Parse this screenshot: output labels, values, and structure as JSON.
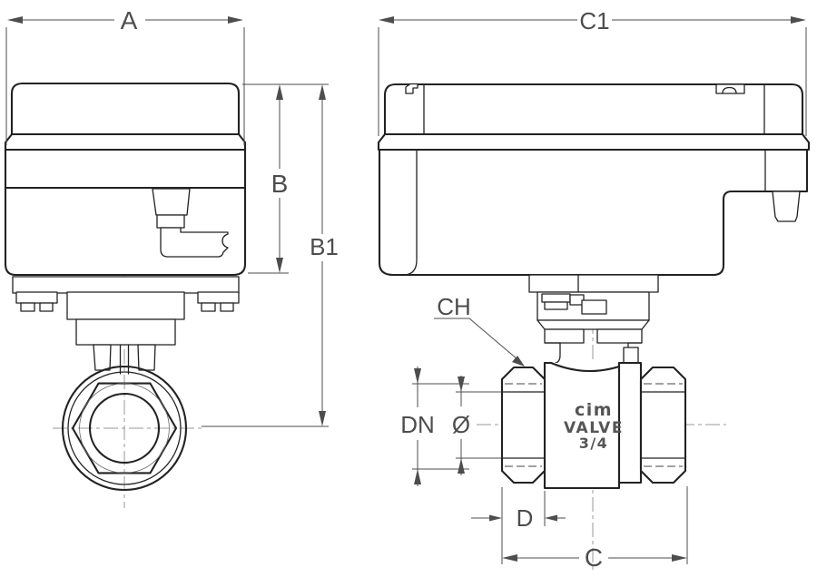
{
  "title": "Motorized ball valve — two-view technical drawing",
  "colors": {
    "background": "#ffffff",
    "line_strong": "#222222",
    "dim_color": "#4d4d4d",
    "centerline_color": "#999999",
    "valve_text_color": "#555555"
  },
  "dimensions": {
    "a": "A",
    "b": "B",
    "b1": "B1",
    "c1": "C1",
    "ch": "CH",
    "dn": "DN",
    "diameter": "Ø",
    "d": "D",
    "c": "C"
  },
  "valve_markings": {
    "brand": "cim",
    "product": "VALVE",
    "size": "3/4"
  }
}
